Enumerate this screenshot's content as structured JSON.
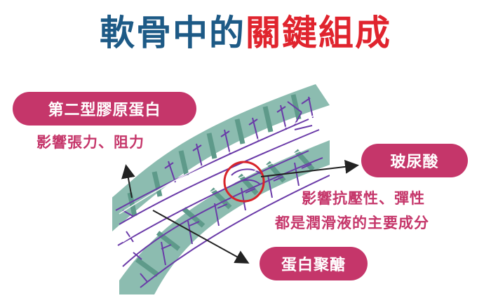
{
  "title": {
    "part1": "軟骨中的",
    "part2": "關鍵組成"
  },
  "labels": {
    "collagen": {
      "name": "第二型膠原蛋白",
      "desc": "影響張力、阻力"
    },
    "hyaluronic": {
      "name": "玻尿酸",
      "desc_line1": "影響抗壓性、彈性",
      "desc_line2": "都是潤滑液的主要成分"
    },
    "proteoglycan": {
      "name": "蛋白聚醣"
    }
  },
  "colors": {
    "title_dark": "#1d5a86",
    "title_red": "#e0242e",
    "label_pink": "#c5366a",
    "fiber_green": "#8cbcb0",
    "fiber_stripe": "#5e9a8a",
    "strand_purple": "#6a3aa8",
    "circle_red": "#d8242a"
  }
}
